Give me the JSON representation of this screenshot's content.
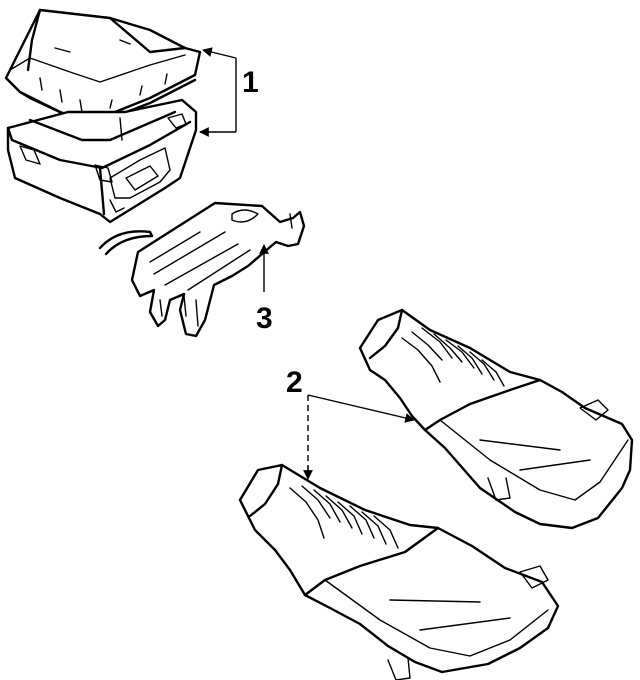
{
  "callouts": {
    "part1": "1",
    "part2": "2",
    "part3": "3"
  }
}
